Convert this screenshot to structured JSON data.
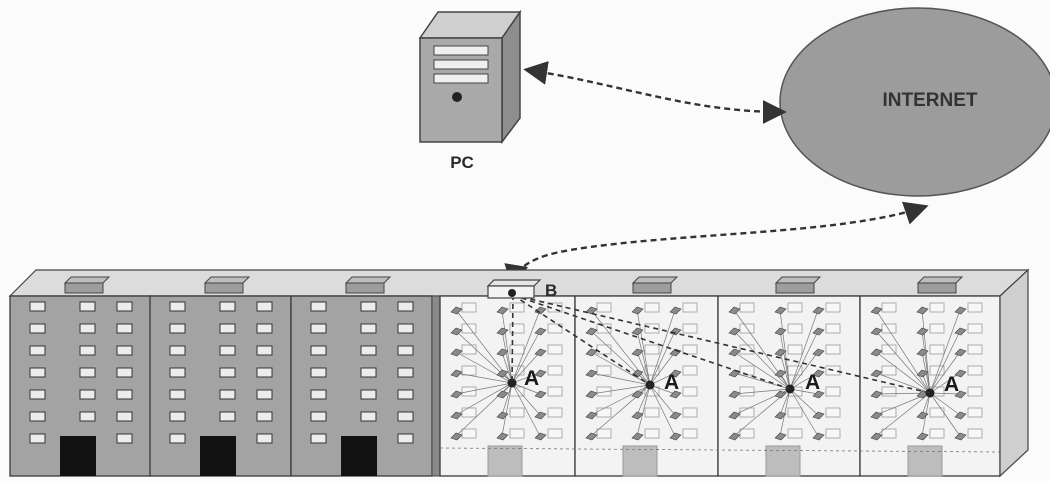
{
  "labels": {
    "internet": "INTERNET",
    "pc": "PC",
    "node_a": "A",
    "node_b": "B"
  },
  "buildings": {
    "plain_count": 3,
    "networked_count": 4
  },
  "colors": {
    "building_gray": "#a3a3a3",
    "building_light": "#f3f3f3",
    "internet_fill": "#9c9c9c",
    "link_dash": "#333333",
    "outline": "#3a3a3a"
  }
}
